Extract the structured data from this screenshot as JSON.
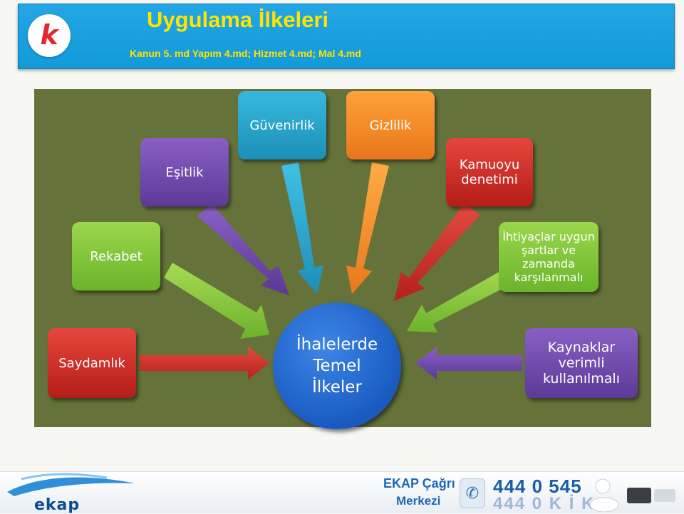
{
  "header": {
    "title": "Uygulama İlkeleri",
    "subtitle": "Kanun 5. md Yapım 4.md; Hizmet 4.md; Mal 4.md",
    "logo_letter": "k"
  },
  "diagram": {
    "center": [
      "İhalelerde",
      "Temel",
      "İlkeler"
    ],
    "nodes": {
      "guvenirlik": "Güvenirlik",
      "gizlilik": "Gizlilik",
      "esitlik": "Eşitlik",
      "kamuoyu": [
        "Kamuoyu",
        "denetimi"
      ],
      "rekabet": "Rekabet",
      "ihtiyaclar": [
        "İhtiyaçlar uygun",
        "şartlar  ve",
        "zamanda",
        "karşılanmalı"
      ],
      "saydamlik": "Saydamlık",
      "kaynaklar": [
        "Kaynaklar",
        "verimli",
        "kullanılmalı"
      ]
    },
    "colors": {
      "background": "#65723a",
      "red": "#c9302a",
      "green": "#84c63c",
      "purple": "#6f49a8",
      "teal": "#2aa5cd",
      "orange": "#f58c2a",
      "center": "#1f63cf"
    }
  },
  "footer": {
    "brand": "ekap",
    "line1": "EKAP Çağrı",
    "line2": "Merkezi",
    "phone1": "444 0 545",
    "phone2": "444 0 K İ K",
    "phone_icon": "phone-icon",
    "figure_icon": "person-at-desk-icon"
  }
}
